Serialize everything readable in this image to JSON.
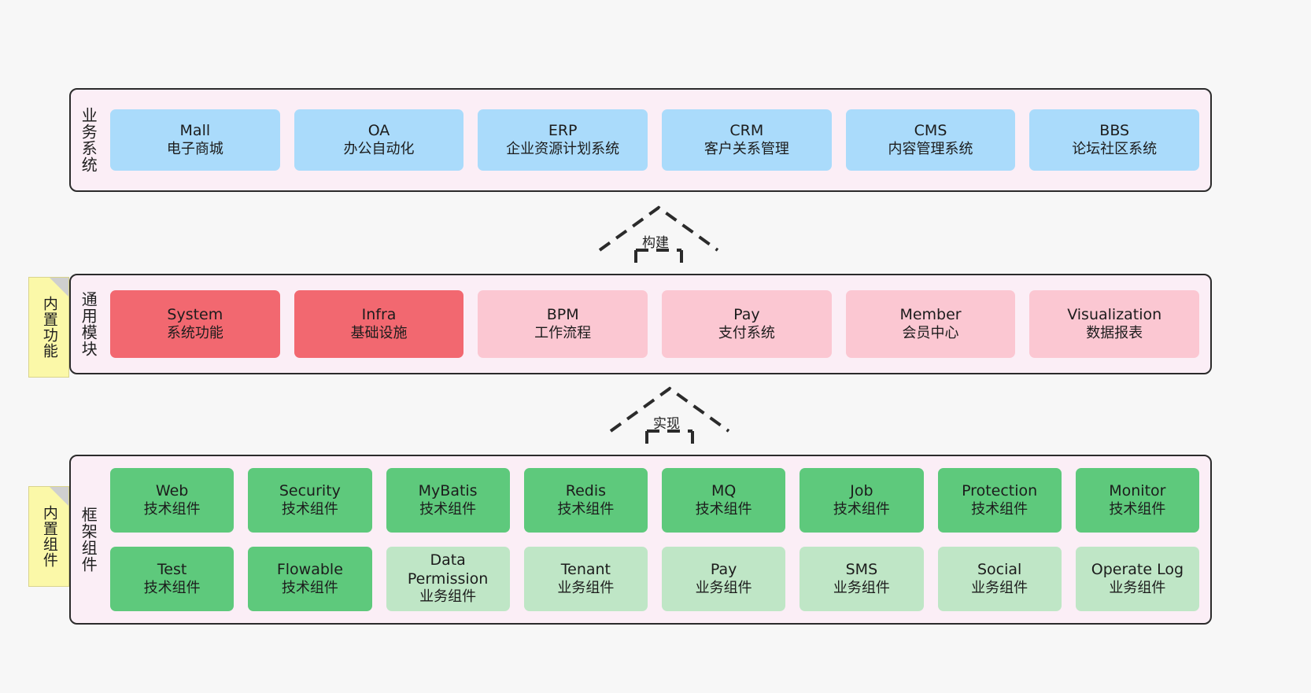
{
  "diagram": {
    "background_color": "#f7f7f7",
    "layers": [
      {
        "id": "business",
        "title": "业务系统",
        "container_color": "#fbeef6",
        "rows": [
          {
            "nodes": [
              {
                "en": "Mall",
                "cn": "电子商城",
                "color": "#aadbfb"
              },
              {
                "en": "OA",
                "cn": "办公自动化",
                "color": "#aadbfb"
              },
              {
                "en": "ERP",
                "cn": "企业资源计划系统",
                "color": "#aadbfb"
              },
              {
                "en": "CRM",
                "cn": "客户关系管理",
                "color": "#aadbfb"
              },
              {
                "en": "CMS",
                "cn": "内容管理系统",
                "color": "#aadbfb"
              },
              {
                "en": "BBS",
                "cn": "论坛社区系统",
                "color": "#aadbfb"
              }
            ]
          }
        ]
      },
      {
        "id": "modules",
        "title": "通用模块",
        "container_color": "#fbeef6",
        "rows": [
          {
            "nodes": [
              {
                "en": "System",
                "cn": "系统功能",
                "color": "#f26870"
              },
              {
                "en": "Infra",
                "cn": "基础设施",
                "color": "#f26870"
              },
              {
                "en": "BPM",
                "cn": "工作流程",
                "color": "#fbc7d2"
              },
              {
                "en": "Pay",
                "cn": "支付系统",
                "color": "#fbc7d2"
              },
              {
                "en": "Member",
                "cn": "会员中心",
                "color": "#fbc7d2"
              },
              {
                "en": "Visualization",
                "cn": "数据报表",
                "color": "#fbc7d2"
              }
            ]
          }
        ]
      },
      {
        "id": "framework",
        "title": "框架组件",
        "container_color": "#fbeef6",
        "rows": [
          {
            "nodes": [
              {
                "en": "Web",
                "cn": "技术组件",
                "color": "#5ec97c"
              },
              {
                "en": "Security",
                "cn": "技术组件",
                "color": "#5ec97c"
              },
              {
                "en": "MyBatis",
                "cn": "技术组件",
                "color": "#5ec97c"
              },
              {
                "en": "Redis",
                "cn": "技术组件",
                "color": "#5ec97c"
              },
              {
                "en": "MQ",
                "cn": "技术组件",
                "color": "#5ec97c"
              },
              {
                "en": "Job",
                "cn": "技术组件",
                "color": "#5ec97c"
              },
              {
                "en": "Protection",
                "cn": "技术组件",
                "color": "#5ec97c"
              },
              {
                "en": "Monitor",
                "cn": "技术组件",
                "color": "#5ec97c"
              }
            ]
          },
          {
            "nodes": [
              {
                "en": "Test",
                "cn": "技术组件",
                "color": "#5ec97c"
              },
              {
                "en": "Flowable",
                "cn": "技术组件",
                "color": "#5ec97c"
              },
              {
                "en": "Data Permission",
                "cn": "业务组件",
                "color": "#bfe6c6"
              },
              {
                "en": "Tenant",
                "cn": "业务组件",
                "color": "#bfe6c6"
              },
              {
                "en": "Pay",
                "cn": "业务组件",
                "color": "#bfe6c6"
              },
              {
                "en": "SMS",
                "cn": "业务组件",
                "color": "#bfe6c6"
              },
              {
                "en": "Social",
                "cn": "业务组件",
                "color": "#bfe6c6"
              },
              {
                "en": "Operate Log",
                "cn": "业务组件",
                "color": "#bfe6c6"
              }
            ]
          }
        ]
      }
    ],
    "notes": [
      {
        "id": "functions",
        "text": "内置功能",
        "color": "#fbf8a8"
      },
      {
        "id": "components",
        "text": "内置组件",
        "color": "#fbf8a8"
      }
    ],
    "arrows": [
      {
        "id": "build",
        "label": "构建",
        "style": "dashed-generalization",
        "direction": "up"
      },
      {
        "id": "realize",
        "label": "实现",
        "style": "dashed-generalization",
        "direction": "up"
      }
    ]
  }
}
